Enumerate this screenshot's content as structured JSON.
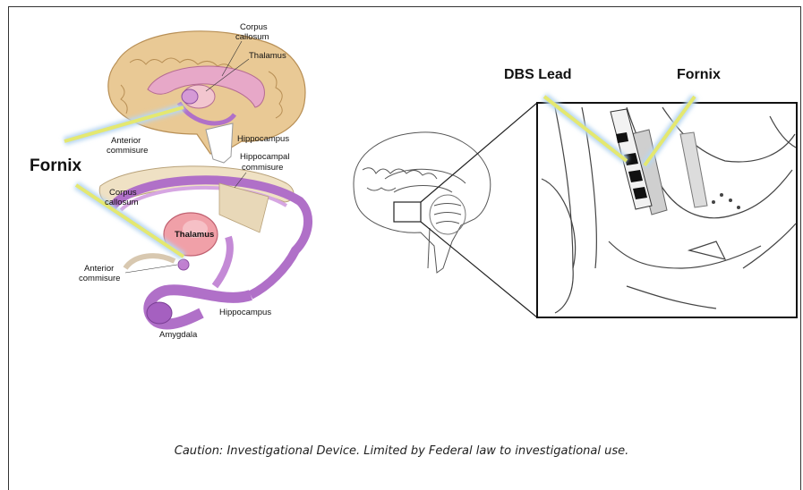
{
  "labels": {
    "corpus_callosum_top_1": "Corpus",
    "corpus_callosum_top_2": "callosum",
    "thalamus_top": "Thalamus",
    "anterior_commisure_top_1": "Anterior",
    "anterior_commisure_top_2": "commisure",
    "hippocampus_top": "Hippocampus",
    "hippocampal_commisure_1": "Hippocampal",
    "hippocampal_commisure_2": "commisure",
    "fornix_left": "Fornix",
    "corpus_callosum_bottom_1": "Corpus",
    "corpus_callosum_bottom_2": "callosum",
    "thalamus_bottom": "Thalamus",
    "anterior_commisure_bottom_1": "Anterior",
    "anterior_commisure_bottom_2": "commisure",
    "hippocampus_bottom": "Hippocampus",
    "amygdala": "Amygdala",
    "dbs_lead": "DBS Lead",
    "fornix_right": "Fornix"
  },
  "caption": "Caution:  Investigational Device.  Limited by Federal law to investigational use.",
  "colors": {
    "highlight_line": "#e4e870",
    "highlight_glow": "#b7d6f0",
    "brain_tan": "#e9c995",
    "brain_pink": "#e7a8c8",
    "fornix_purple": "#b070c8",
    "thalamus_pink": "#f0a0a8"
  }
}
